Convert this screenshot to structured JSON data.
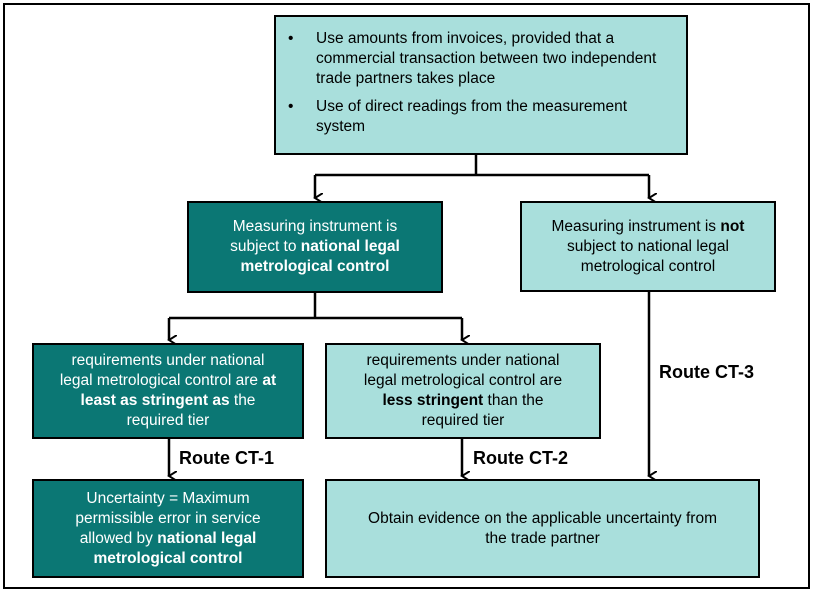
{
  "top_box": {
    "bullets": [
      "Use amounts from invoices, provided that a commercial transaction between two independent trade partners takes place",
      "Use of direct readings from the measurement system"
    ]
  },
  "subject_box": {
    "line1": "Measuring instrument is",
    "line2": "subject to ",
    "line2_bold": "national legal",
    "line3_bold": "metrological control"
  },
  "not_subject_box": {
    "line1": "Measuring instrument is ",
    "line1_bold": "not",
    "line2": "subject to national legal",
    "line3": "metrological control"
  },
  "stringent_box": {
    "line1": "requirements under national",
    "line2": "legal metrological control are ",
    "line2_bold": "at",
    "line3_bold": "least as stringent  as",
    "line3": " the",
    "line4": "required tier"
  },
  "less_stringent_box": {
    "line1": "requirements under national",
    "line2": "legal metrological control are",
    "line3_bold": "less stringent",
    "line3": " than the",
    "line4": "required tier"
  },
  "uncertainty_box": {
    "line1": "Uncertainty = Maximum",
    "line2": "permissible error in service",
    "line3": "allowed by ",
    "line3_bold": "national legal",
    "line4_bold": "metrological control"
  },
  "evidence_box": {
    "line1": "Obtain evidence on the applicable uncertainty from",
    "line2": "the trade partner"
  },
  "routes": {
    "ct1": "Route CT-1",
    "ct2": "Route CT-2",
    "ct3": "Route CT-3"
  },
  "bullet_glyph": "•",
  "colors": {
    "light_box": "#a9dfdc",
    "dark_box": "#0b7774",
    "dark_text": "#ffffff"
  }
}
